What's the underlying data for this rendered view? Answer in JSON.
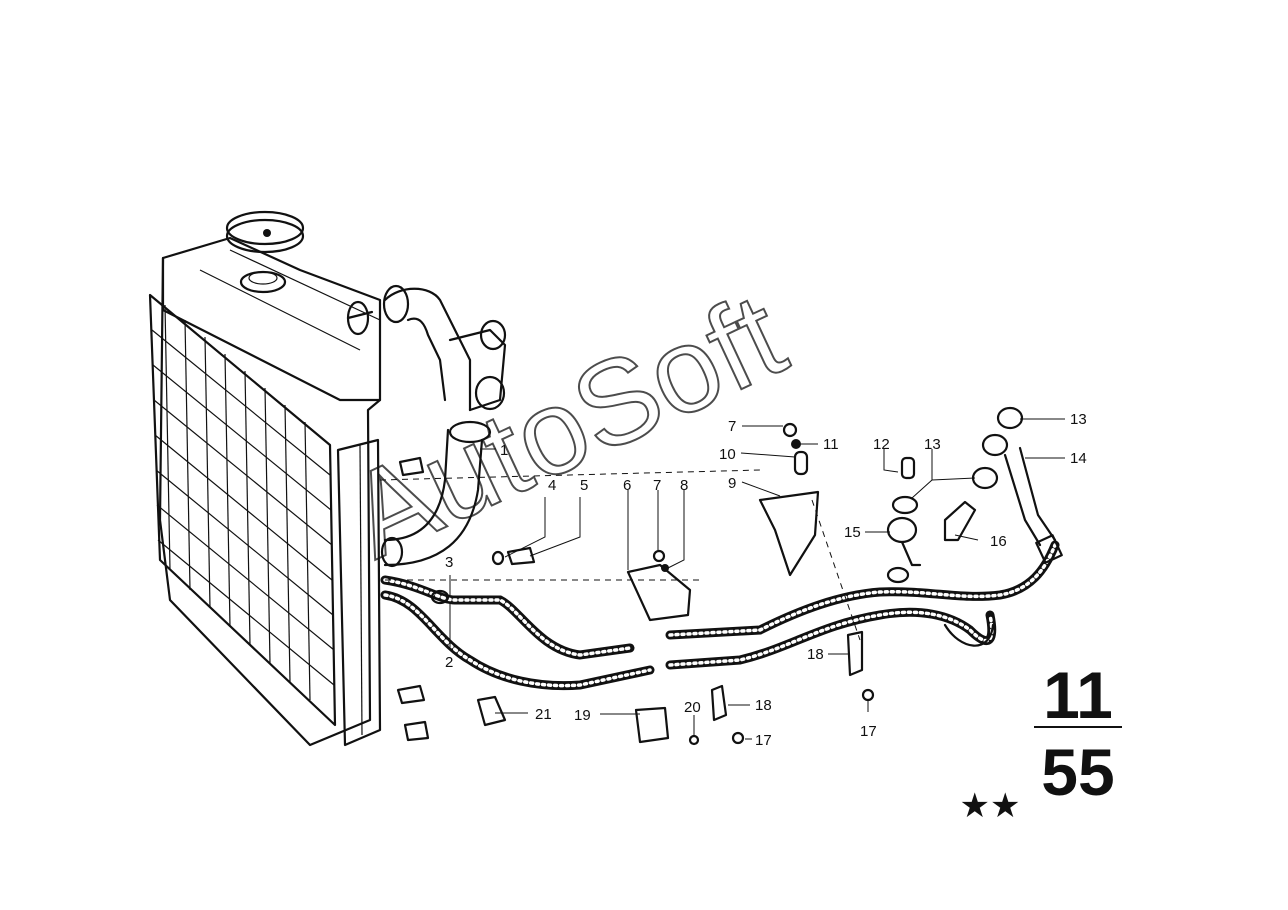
{
  "watermark": "AutoSoft",
  "group_number": {
    "top": "11",
    "bottom": "55"
  },
  "stars": "★★",
  "callouts": {
    "c1": "1",
    "c2": "2",
    "c3": "3",
    "c4": "4",
    "c5": "5",
    "c6": "6",
    "c7a": "7",
    "c7b": "7",
    "c8": "8",
    "c9": "9",
    "c10": "10",
    "c11": "11",
    "c12": "12",
    "c13a": "13",
    "c13b": "13",
    "c14": "14",
    "c15": "15",
    "c16": "16",
    "c17a": "17",
    "c17b": "17",
    "c18a": "18",
    "c18b": "18",
    "c19": "19",
    "c20": "20",
    "c21": "21"
  }
}
